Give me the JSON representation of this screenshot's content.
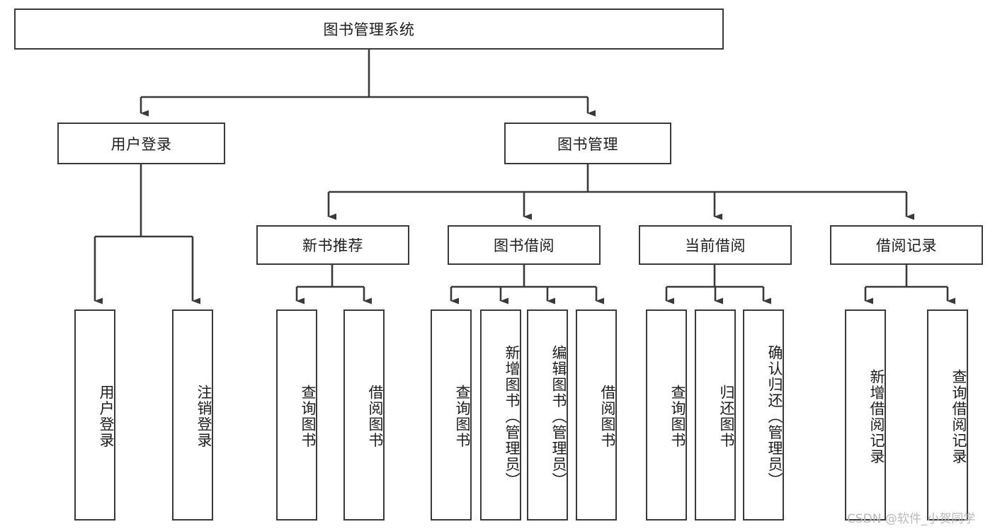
{
  "diagram": {
    "type": "tree-flowchart",
    "title": "图书管理系统",
    "orientation": "top-down",
    "colors": {
      "box_border": "#3a3a3a",
      "box_fill": "#ffffff",
      "connector": "#3a3a3a",
      "text": "#1d1d1d",
      "watermark": "#b9b9b9",
      "background": "#ffffff"
    },
    "root": {
      "label": "图书管理系统"
    },
    "level2": [
      {
        "label": "用户登录"
      },
      {
        "label": "图书管理"
      }
    ],
    "level3": [
      {
        "label": "新书推荐"
      },
      {
        "label": "图书借阅"
      },
      {
        "label": "当前借阅"
      },
      {
        "label": "借阅记录"
      }
    ],
    "leaves": {
      "user_login": [
        {
          "label": "用户登录"
        },
        {
          "label": "注销登录"
        }
      ],
      "new_book": [
        {
          "label": "查询图书"
        },
        {
          "label": "借阅图书"
        }
      ],
      "book_borrow": [
        {
          "label": "查询图书"
        },
        {
          "label": "新增图书（管理员）"
        },
        {
          "label": "编辑图书（管理员）"
        },
        {
          "label": "借阅图书"
        }
      ],
      "current_borrow": [
        {
          "label": "查询图书"
        },
        {
          "label": "归还图书"
        },
        {
          "label": "确认归还（管理员）"
        }
      ],
      "borrow_record": [
        {
          "label": "新增借阅记录"
        },
        {
          "label": "查询借阅记录"
        }
      ]
    }
  },
  "watermark": {
    "text": "CSDN @软件_小贺同学"
  }
}
